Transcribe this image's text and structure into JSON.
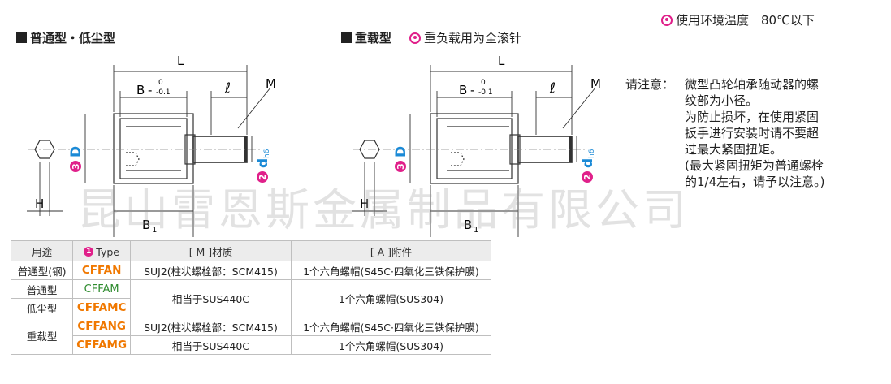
{
  "sections": {
    "standard_title": "普通型・低尘型",
    "heavy_title": "重载型",
    "heavy_note": "重负载用为全滚针"
  },
  "temperature": "使用环境温度　80℃以下",
  "drawing_labels": {
    "L": "L",
    "B": "B",
    "B_sup": "0",
    "B_sub": "-0.1",
    "ell": "ℓ",
    "M": "M",
    "D_num": "3",
    "D": "D",
    "d_num": "2",
    "d": "d",
    "d_sub": "h6",
    "H": "H",
    "B1": "B",
    "B1_sub": "1"
  },
  "notice": {
    "label": "请注意：",
    "lines": [
      "微型凸轮轴承随动器的螺",
      "纹部为小径。",
      "为防止损坏，在使用紧固",
      "扳手进行安装时请不要超",
      "过最大紧固扭矩。",
      "(最大紧固扭矩为普通螺栓",
      "的1/4左右，请予以注意。)"
    ]
  },
  "table": {
    "headers": {
      "usage": "用途",
      "type_num": "1",
      "type": "Type",
      "material": "[ M ]材质",
      "accessory": "[ A ]附件"
    },
    "rows": {
      "r1": {
        "usage": "普通型(钢)",
        "type": "CFFAN",
        "material": "SUJ2(柱状螺栓部：SCM415)",
        "accessory": "1个六角螺帽(S45C·四氧化三铁保护膜)"
      },
      "r2": {
        "usage": "普通型",
        "type": "CFFAM"
      },
      "r3": {
        "usage": "低尘型",
        "type": "CFFAMC"
      },
      "r23": {
        "material": "相当于SUS440C",
        "accessory": "1个六角螺帽(SUS304)"
      },
      "r4": {
        "usage": "重载型",
        "type": "CFFANG",
        "material": "SUJ2(柱状螺栓部：SCM415)",
        "accessory": "1个六角螺帽(S45C·四氧化三铁保护膜)"
      },
      "r5": {
        "type": "CFFAMG",
        "material": "相当于SUS440C",
        "accessory": "1个六角螺帽(SUS304)"
      }
    }
  },
  "watermark": "昆山雷恩斯金属制品有限公司",
  "colors": {
    "accent_pink": "#e0208a",
    "type_orange": "#f07800",
    "type_green": "#2e8b2e",
    "header_gray": "#ececec"
  }
}
